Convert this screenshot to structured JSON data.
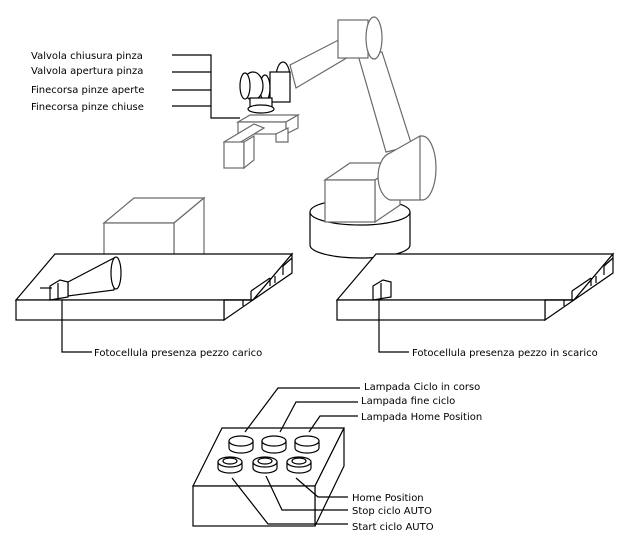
{
  "gripper_labels": [
    "Valvola chiusura pinza",
    "Valvola apertura pinza",
    "Finecorsa pinze aperte",
    "Finecorsa pinze chiuse"
  ],
  "sensor_labels": {
    "load": "Fotocellula presenza pezzo carico",
    "unload": "Fotocellula presenza pezzo in scarico"
  },
  "lamp_labels": [
    "Lampada Ciclo in corso",
    "Lampada fine ciclo",
    "Lampada Home Position"
  ],
  "button_labels": [
    "Home Position",
    "Stop ciclo AUTO",
    "Start ciclo AUTO"
  ]
}
